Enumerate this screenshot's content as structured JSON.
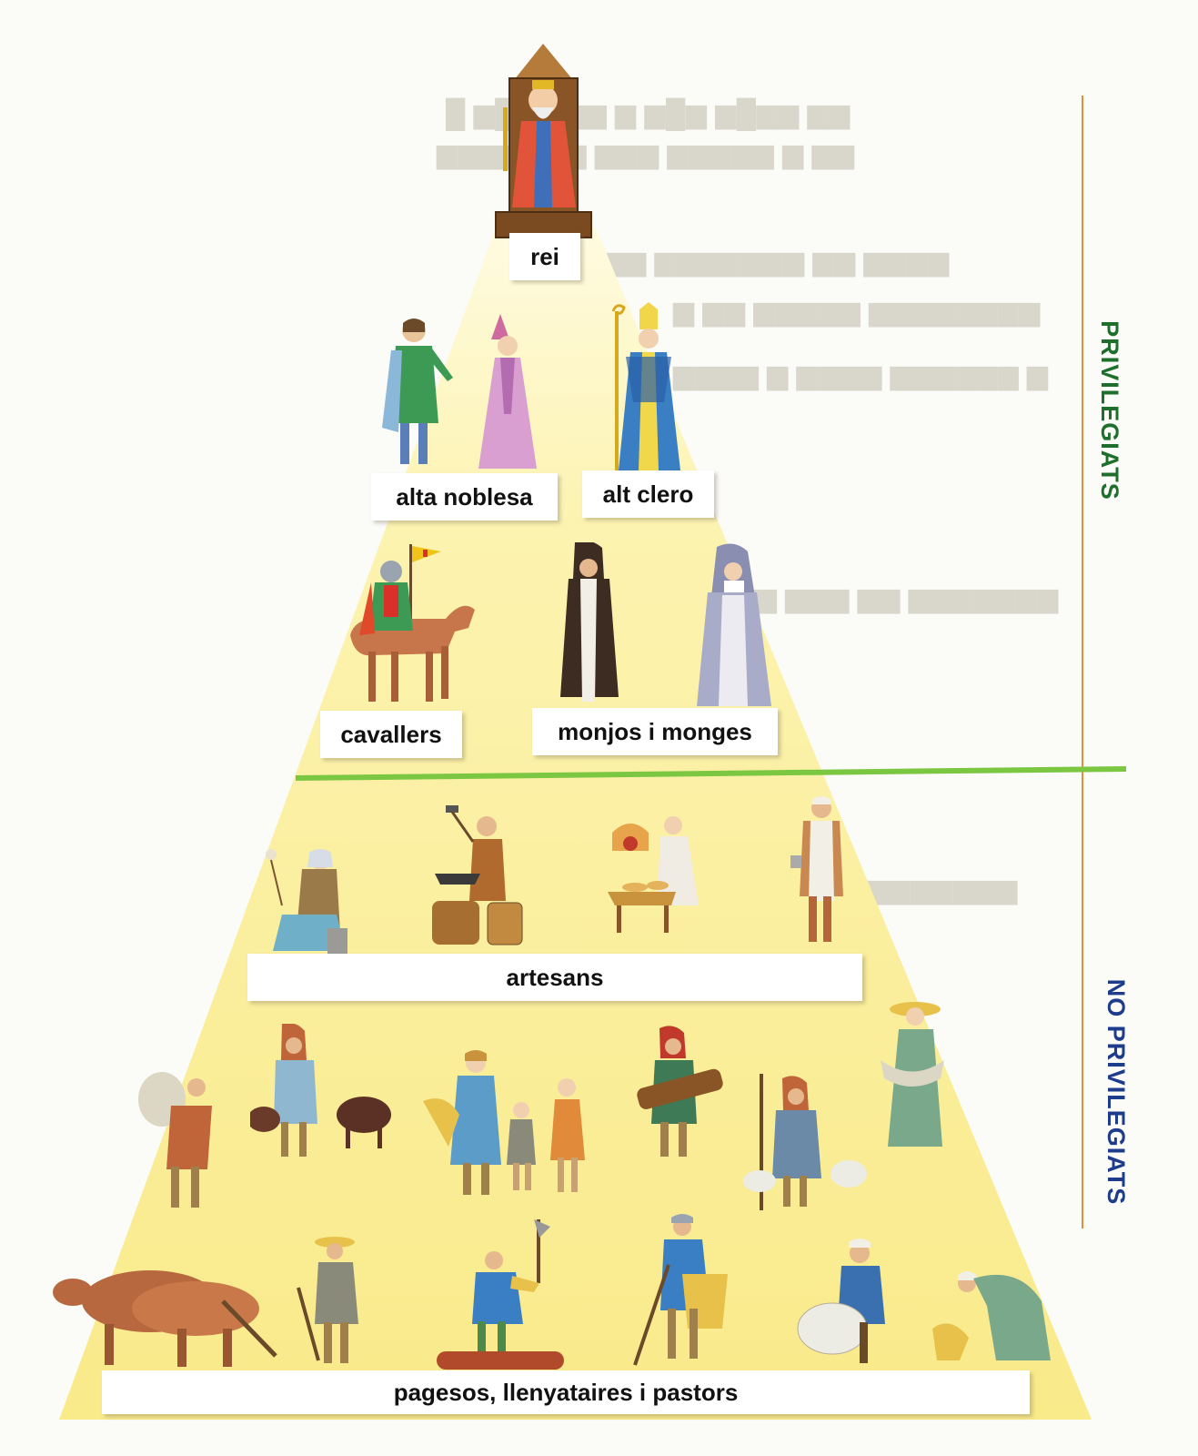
{
  "title": "",
  "levels": {
    "rei": "rei",
    "alta_noblesa": "alta noblesa",
    "alt_clero": "alt clero",
    "cavallers": "cavallers",
    "monjos_i_monges": "monjos i monges",
    "artesans": "artesans",
    "pagesos": "pagesos, llenyataires i pastors"
  },
  "sides": {
    "privileged": "PRIVILEGIATS",
    "non_privileged": "NO PRIVILEGIATS"
  },
  "colors": {
    "pyramid_fill": "#fbf0a0",
    "pyramid_top": "#fffbe0",
    "orange_rule": "#e58c3c",
    "green_rule": "#7cc742",
    "privileged_text": "#1f6f2c",
    "non_privileged_text": "#1e3c8c"
  },
  "icons": [
    "king-icon",
    "noble-icon",
    "lady-icon",
    "bishop-icon",
    "knight-icon",
    "monk-icon",
    "nun-icon",
    "spinner-icon",
    "blacksmith-icon",
    "baker-icon",
    "butcher-icon",
    "peasant-sack-icon",
    "swineherd-icon",
    "family-icon",
    "woodcutter-icon",
    "shepherd-icon",
    "sower-icon",
    "ox-plough-icon",
    "ploughman-icon",
    "axeman-icon",
    "hoer-icon",
    "shearer-icon",
    "reaper-icon"
  ]
}
